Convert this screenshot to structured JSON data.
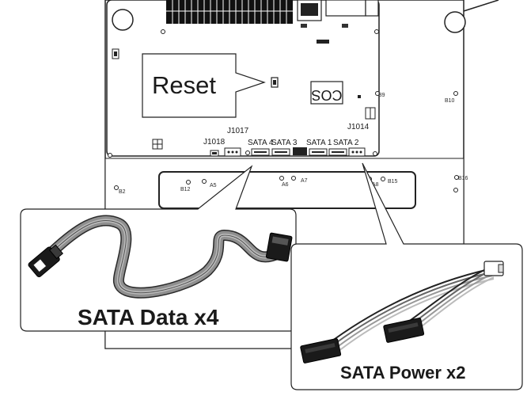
{
  "reset_callout": {
    "text": "Reset"
  },
  "chip_text": "COS",
  "board_labels": {
    "j1017": "J1017",
    "j1018": "J1018",
    "j1014": "J1014",
    "sata4": "SATA 4",
    "sata3": "SATA 3",
    "sata1": "SATA 1",
    "sata2": "SATA 2"
  },
  "markers": {
    "b9": "B9",
    "b10": "B10",
    "b16": "B16",
    "b12": "B12",
    "b15": "B15",
    "b2": "B2",
    "a5": "A5",
    "a6": "A6",
    "a7": "A7",
    "a8": "A8"
  },
  "callouts": {
    "sata_data": "SATA Data x4",
    "sata_power": "SATA Power x2"
  }
}
